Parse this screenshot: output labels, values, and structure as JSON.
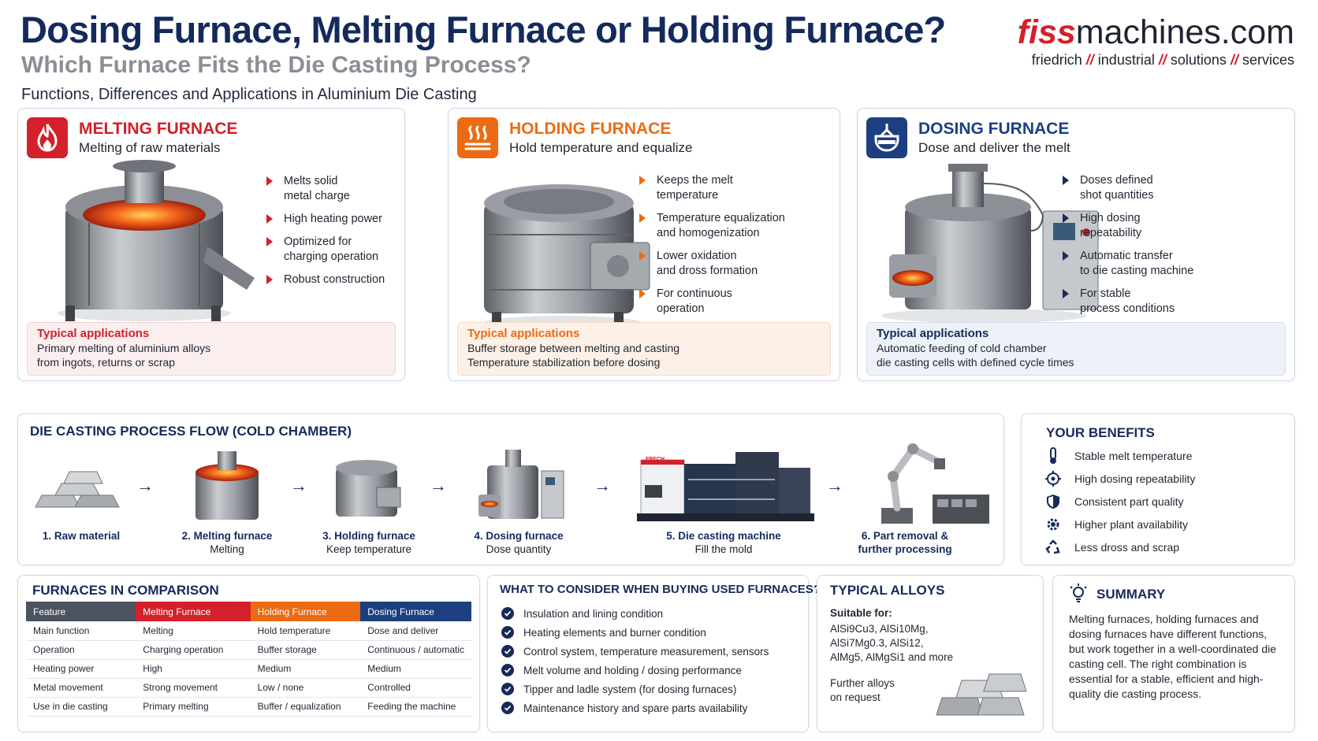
{
  "header": {
    "title": "Dosing Furnace, Melting Furnace or Holding Furnace?",
    "subtitle": "Which Furnace Fits the Die Casting Process?",
    "tagline": "Functions, Differences and Applications in Aluminium Die Casting"
  },
  "logo": {
    "brand_accent": "fiss",
    "brand_rest": "machines.com",
    "words": [
      "friedrich",
      "industrial",
      "solutions",
      "services"
    ],
    "separator": "//"
  },
  "colors": {
    "navy": "#152b5a",
    "melting": "#d3202a",
    "holding": "#ec6b12",
    "dosing": "#1d3f80",
    "melting_bg": "#fbeeee",
    "holding_bg": "#fdf0e6",
    "dosing_bg": "#edf1f8"
  },
  "furnaces": [
    {
      "icon": "flame-icon",
      "title": "MELTING FURNACE",
      "subtitle": "Melting of raw materials",
      "bullets": [
        "Melts solid\nmetal charge",
        "High heating power",
        "Optimized for\ncharging operation",
        "Robust construction"
      ],
      "apps_title": "Typical applications",
      "apps_text": "Primary melting of aluminium alloys\nfrom ingots, returns or scrap"
    },
    {
      "icon": "heat-waves-icon",
      "title": "HOLDING FURNACE",
      "subtitle": "Hold temperature and equalize",
      "bullets": [
        "Keeps the melt\ntemperature",
        "Temperature equalization\nand homogenization",
        "Lower oxidation\nand dross formation",
        "For continuous\noperation"
      ],
      "apps_title": "Typical applications",
      "apps_text": "Buffer storage between melting and casting\nTemperature stabilization before dosing"
    },
    {
      "icon": "ladle-icon",
      "title": "DOSING FURNACE",
      "subtitle": "Dose and deliver the melt",
      "bullets": [
        "Doses defined\nshot quantities",
        "High dosing\nrepeatability",
        "Automatic transfer\nto die casting machine",
        "For stable\nprocess conditions"
      ],
      "apps_title": "Typical applications",
      "apps_text": "Automatic feeding of cold chamber\ndie casting cells with defined cycle times"
    }
  ],
  "process": {
    "title": "DIE CASTING PROCESS FLOW (COLD CHAMBER)",
    "steps": [
      {
        "label": "1. Raw material",
        "sub": ""
      },
      {
        "label": "2. Melting furnace",
        "sub": "Melting"
      },
      {
        "label": "3. Holding furnace",
        "sub": "Keep temperature"
      },
      {
        "label": "4. Dosing furnace",
        "sub": "Dose quantity"
      },
      {
        "label": "5. Die casting machine",
        "sub": "Fill the mold"
      },
      {
        "label": "6. Part removal &",
        "sub": "further processing"
      }
    ],
    "arrow": "→",
    "machine_brand": "FRECH"
  },
  "benefits": {
    "title": "YOUR BENEFITS",
    "items": [
      {
        "icon": "thermometer-icon",
        "text": "Stable melt temperature"
      },
      {
        "icon": "target-icon",
        "text": "High dosing repeatability"
      },
      {
        "icon": "shield-icon",
        "text": "Consistent part quality"
      },
      {
        "icon": "gear-icon",
        "text": "Higher plant availability"
      },
      {
        "icon": "recycle-icon",
        "text": "Less dross and scrap"
      }
    ]
  },
  "comparison": {
    "title": "FURNACES IN COMPARISON",
    "headers": [
      "Feature",
      "Melting Furnace",
      "Holding Furnace",
      "Dosing Furnace"
    ],
    "rows": [
      [
        "Main function",
        "Melting",
        "Hold temperature",
        "Dose and deliver"
      ],
      [
        "Operation",
        "Charging operation",
        "Buffer storage",
        "Continuous / automatic"
      ],
      [
        "Heating power",
        "High",
        "Medium",
        "Medium"
      ],
      [
        "Metal movement",
        "Strong movement",
        "Low / none",
        "Controlled"
      ],
      [
        "Use in die casting",
        "Primary melting",
        "Buffer / equalization",
        "Feeding the machine"
      ]
    ]
  },
  "buying": {
    "title": "WHAT TO CONSIDER WHEN BUYING USED FURNACES?",
    "items": [
      "Insulation and lining condition",
      "Heating elements and burner condition",
      "Control system, temperature measurement, sensors",
      "Melt volume and holding / dosing performance",
      "Tipper and ladle system (for dosing furnaces)",
      "Maintenance history and spare parts availability"
    ]
  },
  "alloys": {
    "title": "TYPICAL ALLOYS",
    "suitable_label": "Suitable for:",
    "list": "AlSi9Cu3, AlSi10Mg,\nAlSi7Mg0.3, AlSi12,\nAlMg5, AlMgSi1 and more",
    "further": "Further alloys\non request"
  },
  "summary": {
    "title": "SUMMARY",
    "icon": "lightbulb-icon",
    "text": "Melting furnaces, holding furnaces and dosing furnaces have different functions, but work together in a well-coordinated die casting cell. The right combination is essential for a stable, efficient and high-quality die casting process."
  }
}
